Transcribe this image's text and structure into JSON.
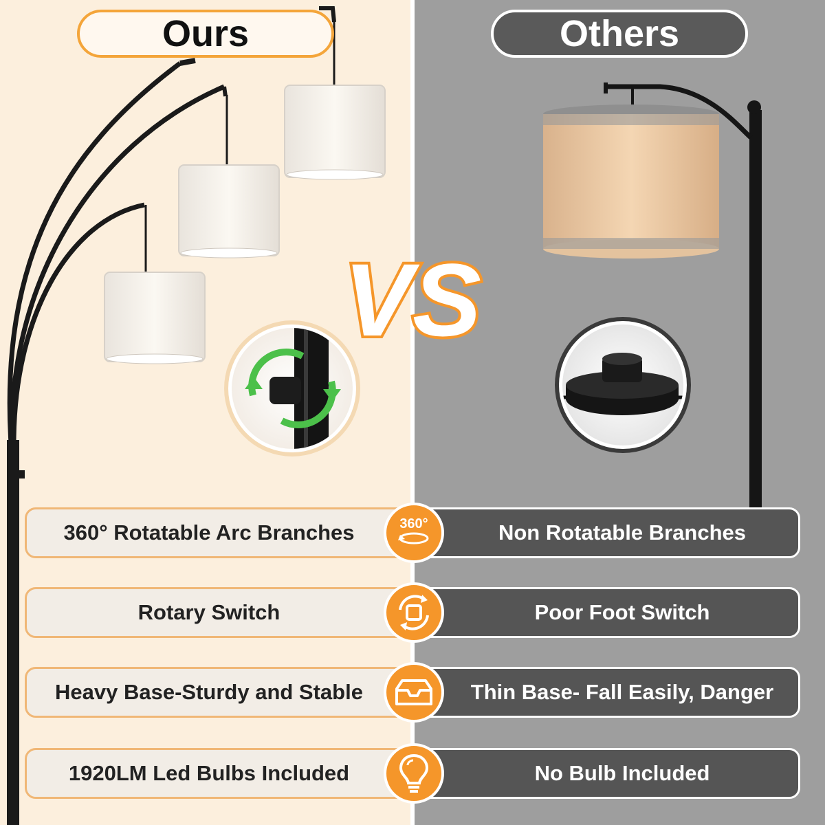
{
  "header": {
    "ours_label": "Ours",
    "others_label": "Others",
    "vs_label": "VS"
  },
  "comparison_rows": [
    {
      "ours": "360° Rotatable Arc Branches",
      "others": "Non Rotatable Branches",
      "icon": "rotate-360-icon",
      "badge_text": "360°"
    },
    {
      "ours": "Rotary Switch",
      "others": "Poor Foot Switch",
      "icon": "rotary-switch-icon",
      "badge_text": ""
    },
    {
      "ours": "Heavy Base-Sturdy and Stable",
      "others": "Thin Base- Fall Easily, Danger",
      "icon": "base-tray-icon",
      "badge_text": ""
    },
    {
      "ours": "1920LM Led Bulbs Included",
      "others": "No Bulb Included",
      "icon": "light-bulb-icon",
      "badge_text": ""
    }
  ],
  "colors": {
    "accent_orange": "#f5962a",
    "left_panel": "#fcefdd",
    "right_panel": "#9e9e9e",
    "dark_pill": "#555555"
  }
}
